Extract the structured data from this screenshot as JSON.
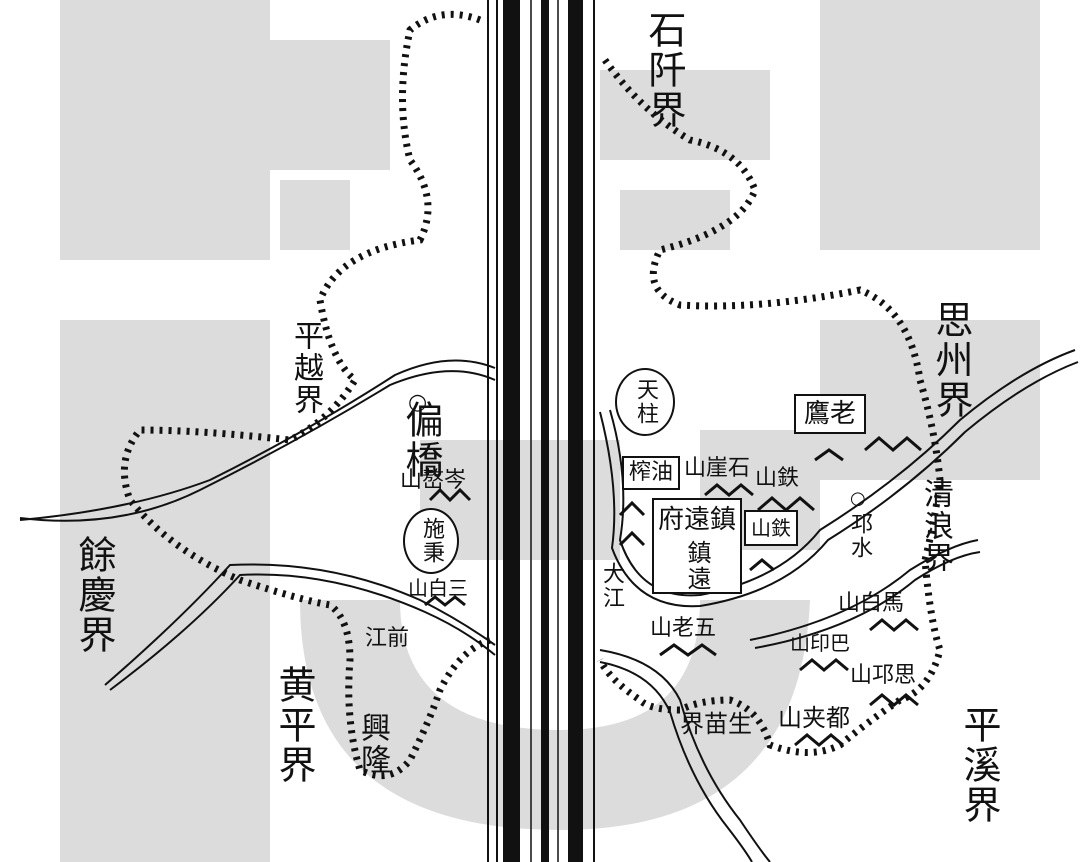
{
  "watermark_color": "#dcdcdc",
  "boundaries": {
    "shiqian": "石阡界",
    "sizhou": "思州界",
    "pingyue": "平越界",
    "yuqing": "餘慶界",
    "huangping": "黄平界",
    "pingxi": "平溪界",
    "qinglang": "清浪界",
    "shengmiao": "界苗生"
  },
  "places": {
    "pianqiao_mark": "○",
    "pianqiao": "偏橋",
    "cenling": "山嶅岑",
    "shibing": "施秉",
    "sanbai": "山白三",
    "qianjiang": "江前",
    "xinglong": "興隆",
    "tianzhu": "天柱",
    "youzha": "榨油",
    "shiyai": "山崖石",
    "zhenyuan_fu": "府遠鎮",
    "zhenyuan": "鎮遠",
    "tieshan1": "山鉄",
    "tieshan2": "山鉄",
    "laoying": "鷹老",
    "gongshui_mark": "○",
    "gongshui": "邛水",
    "dajiang": "大江",
    "wulao": "山老五",
    "baima": "山白馬",
    "bayin": "山印巴",
    "siyin": "山邛思",
    "dujia": "山夹都"
  }
}
